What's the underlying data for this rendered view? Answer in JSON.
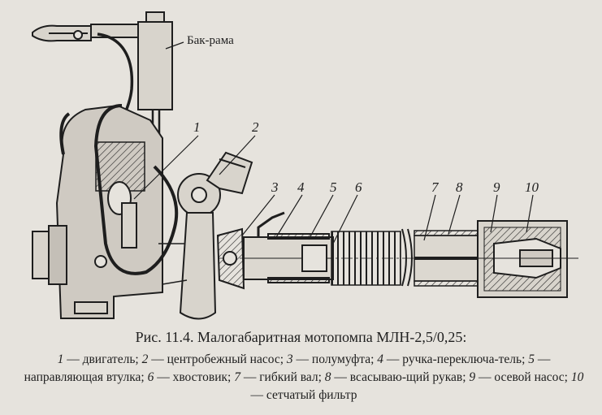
{
  "figure": {
    "tank_label": "Бак-рама",
    "callouts": [
      "1",
      "2",
      "3",
      "4",
      "5",
      "6",
      "7",
      "8",
      "9",
      "10"
    ]
  },
  "caption": {
    "title": "Рис. 11.4. Малогабаритная мотопомпа МЛН-2,5/0,25:",
    "legend": [
      {
        "num": "1",
        "text": "двигатель"
      },
      {
        "num": "2",
        "text": "центробежный насос"
      },
      {
        "num": "3",
        "text": "полумуфта"
      },
      {
        "num": "4",
        "text": "ручка-переключа-тель"
      },
      {
        "num": "5",
        "text": "направляющая втулка"
      },
      {
        "num": "6",
        "text": "хвостовик"
      },
      {
        "num": "7",
        "text": "гибкий вал"
      },
      {
        "num": "8",
        "text": "всасываю-щий рукав"
      },
      {
        "num": "9",
        "text": "осевой насос"
      },
      {
        "num": "10",
        "text": "сетчатый фильтр"
      }
    ]
  },
  "colors": {
    "ink": "#1e1e1e",
    "paper": "#e6e3dd",
    "fill": "#bdb8b0"
  }
}
